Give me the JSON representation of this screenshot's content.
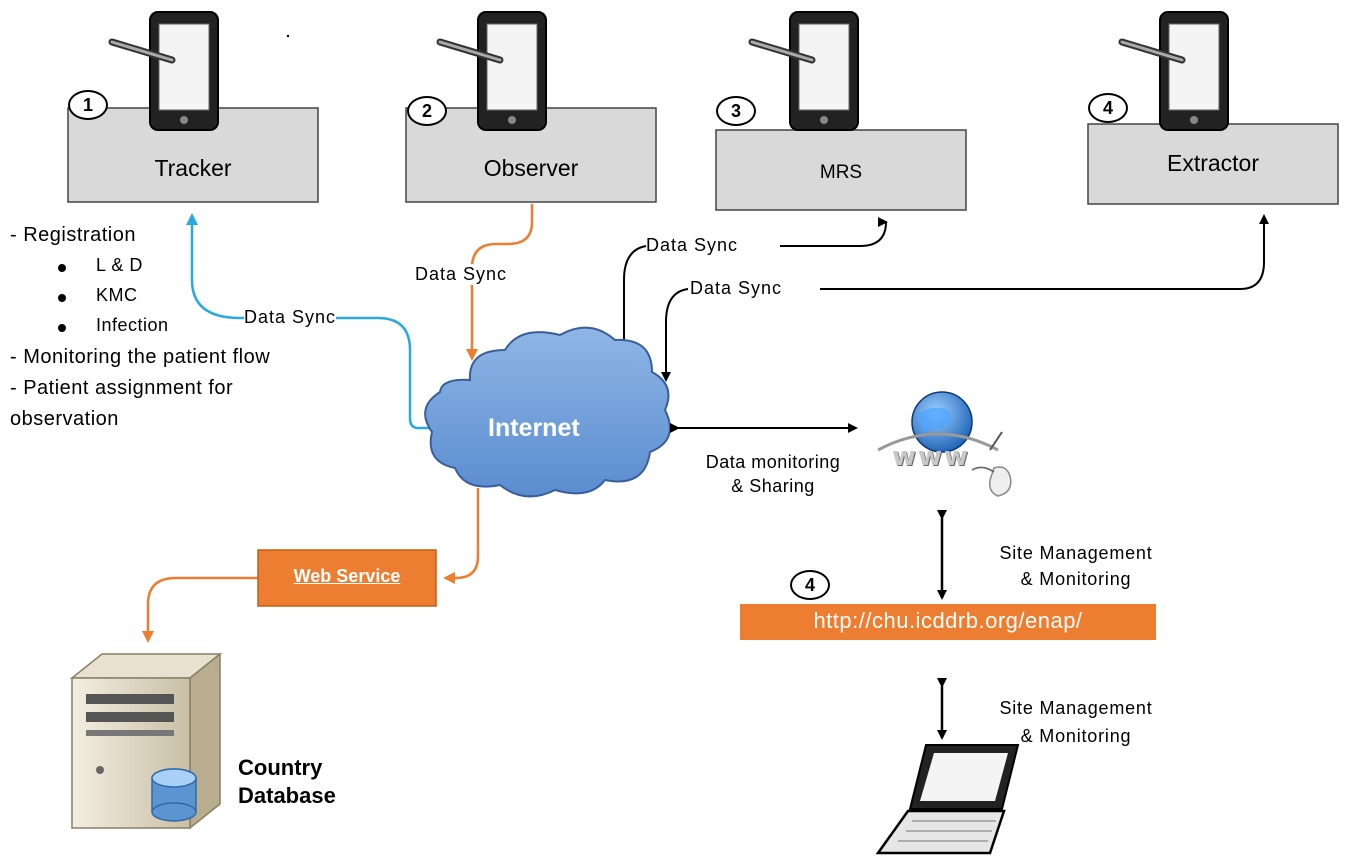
{
  "nodes": {
    "tracker": {
      "label": "Tracker",
      "badge": "1"
    },
    "observer": {
      "label": "Observer",
      "badge": "2"
    },
    "mrs": {
      "label": "MRS",
      "badge": "3"
    },
    "extractor": {
      "label": "Extractor",
      "badge": "4"
    }
  },
  "tracker_features": {
    "registration": "- Registration",
    "items": [
      "L & D",
      "KMC",
      "Infection"
    ],
    "monitoring": "- Monitoring the patient flow",
    "assignment_line1": "- Patient assignment for",
    "assignment_line2": "observation"
  },
  "links": {
    "tracker_sync": "Data Sync",
    "observer_sync": "Data Sync",
    "mrs_sync": "Data  Sync",
    "extractor_sync": "Data  Sync",
    "www_line1": "Data monitoring",
    "www_line2": "& Sharing",
    "site_mgmt_1_line1": "Site Management",
    "site_mgmt_1_line2": "& Monitoring",
    "site_mgmt_2_line1": "Site Management",
    "site_mgmt_2_line2": "& Monitoring"
  },
  "internet": {
    "label": "Internet"
  },
  "web_service": {
    "label": "Web Service"
  },
  "portal": {
    "url": "http://chu.icddrb.org/enap/",
    "badge": "4"
  },
  "database": {
    "line1": "Country",
    "line2": "Database"
  },
  "www_icon": {
    "text": "www"
  },
  "colors": {
    "box_fill": "#d9d9d9",
    "orange": "#ed7d31",
    "blue_line": "#29a9df",
    "cloud_fill": "#6f9fd8",
    "dark": "#000000"
  }
}
